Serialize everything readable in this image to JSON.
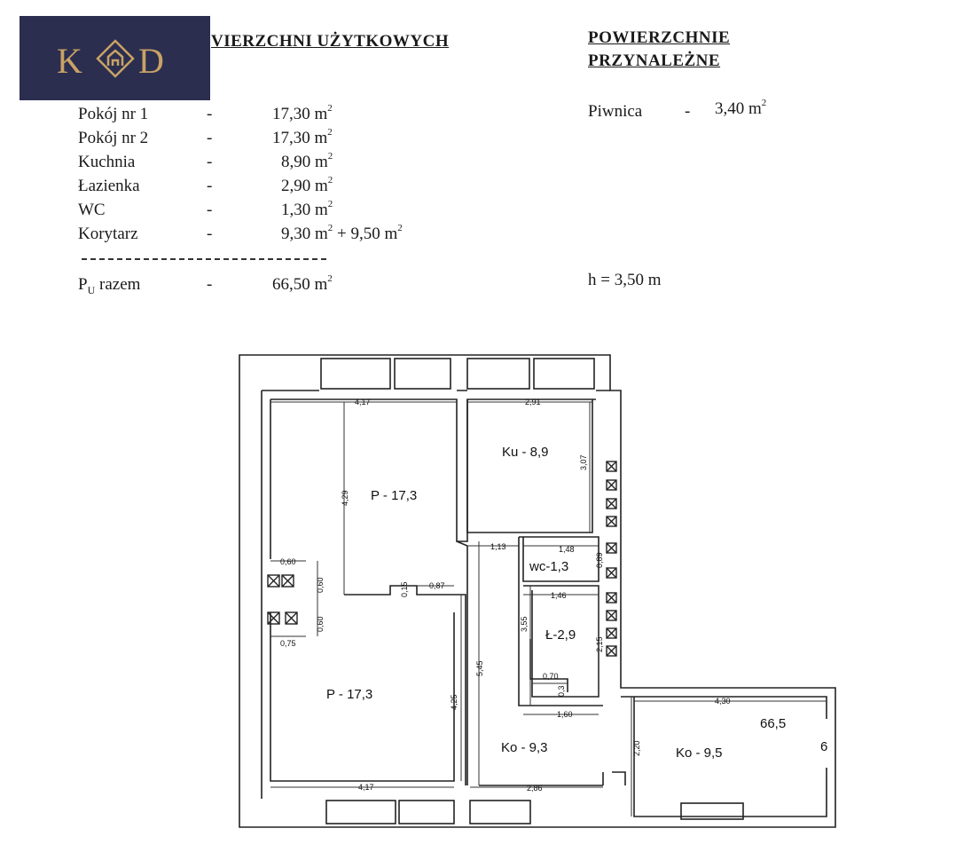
{
  "logo": {
    "text_left": "K",
    "text_right": "D",
    "color_bg": "#2b2e4f",
    "color_gold": "#c9a266"
  },
  "header": {
    "usable_title": "VIERZCHNI UŻYTKOWYCH",
    "ancillary_title_line1": "POWIERZCHNIE",
    "ancillary_title_line2": "PRZYNALEŻNE"
  },
  "areas": [
    {
      "name": "Pokój nr 1",
      "dash": "-",
      "value": "17,30 m",
      "extra": ""
    },
    {
      "name": "Pokój nr 2",
      "dash": "-",
      "value": "17,30 m",
      "extra": ""
    },
    {
      "name": "Kuchnia",
      "dash": "-",
      "value": "8,90 m",
      "extra": ""
    },
    {
      "name": "Łazienka",
      "dash": "-",
      "value": "2,90 m",
      "extra": ""
    },
    {
      "name": "WC",
      "dash": "-",
      "value": "1,30 m",
      "extra": ""
    },
    {
      "name": "Korytarz",
      "dash": "-",
      "value": "9,30 m",
      "extra": " + 9,50 m"
    }
  ],
  "total": {
    "label_p": "P",
    "label_sub": "U",
    "label_rest": " razem",
    "dash": "-",
    "value": "66,50 m"
  },
  "ancillary": {
    "name": "Piwnica",
    "dash": "-",
    "value": "3,40 m"
  },
  "height": "h = 3,50 m",
  "sup": "2",
  "plan": {
    "rooms": {
      "p1": "P - 17,3",
      "p2": "P - 17,3",
      "ku": "Ku - 8,9",
      "wc": "wc-1,3",
      "l": "Ł-2,9",
      "ko1": "Ko - 9,3",
      "ko2": "Ko - 9,5",
      "total": "66,5",
      "num": "6"
    },
    "dims": {
      "d417_top": "4,17",
      "d291": "2,91",
      "d307": "3,07",
      "d429": "4,29",
      "d113": "1,13",
      "d148": "1,48",
      "d089": "0,89",
      "d146": "1,46",
      "d355": "3,55",
      "d215": "2,15",
      "d060a": "0,60",
      "d060b": "0,60",
      "d060c": "0,60",
      "d075": "0,75",
      "d015": "0,15",
      "d087": "0,87",
      "d545": "5,45",
      "d425": "4,25",
      "d070": "0,70",
      "d030": "0,3",
      "d160": "1,60",
      "d430": "4,30",
      "d220": "2,20",
      "d417_bot": "4,17",
      "d286": "2,86"
    }
  }
}
